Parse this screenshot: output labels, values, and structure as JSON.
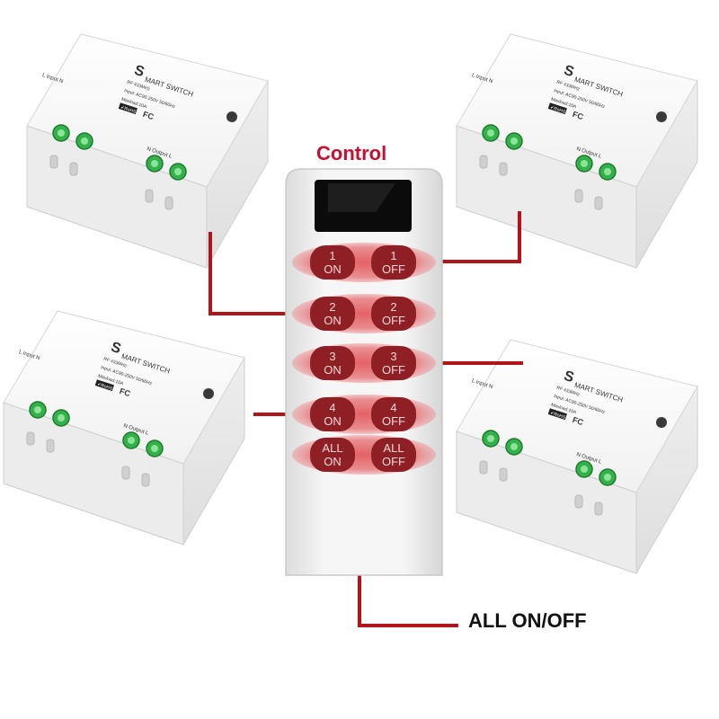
{
  "headings": {
    "control": "Control",
    "all_on_off": "ALL ON/OFF"
  },
  "colors": {
    "heading_red": "#c8102e",
    "heading_dark": "#111111",
    "wire": "#b0151c",
    "button": "#8e1f24",
    "button_glow": "#e46a6d",
    "terminal": "#33b24a",
    "remote_body": "#f4f4f4",
    "remote_screen": "#0b0b0b",
    "switch_body": "#f7f7f7"
  },
  "remote": {
    "buttons": [
      {
        "number": "1",
        "on": "ON",
        "off": "OFF"
      },
      {
        "number": "2",
        "on": "ON",
        "off": "OFF"
      },
      {
        "number": "3",
        "on": "ON",
        "off": "OFF"
      },
      {
        "number": "4",
        "on": "ON",
        "off": "OFF"
      },
      {
        "number": "ALL",
        "on": "ON",
        "off": "OFF"
      }
    ]
  },
  "switch_labels": {
    "logo_s": "S",
    "brand": "MART SWITCH",
    "rf": "RF 433MHz",
    "input": "Input: AC90-250V 50/60Hz",
    "maxload": "Maxload:10A",
    "rohs": "✔RoHS",
    "fc": "FC",
    "in_terminal": "L Input N",
    "out_terminal": "N Output L"
  },
  "switches": [
    {
      "id": "top-left"
    },
    {
      "id": "top-right"
    },
    {
      "id": "bottom-left"
    },
    {
      "id": "bottom-right"
    }
  ]
}
